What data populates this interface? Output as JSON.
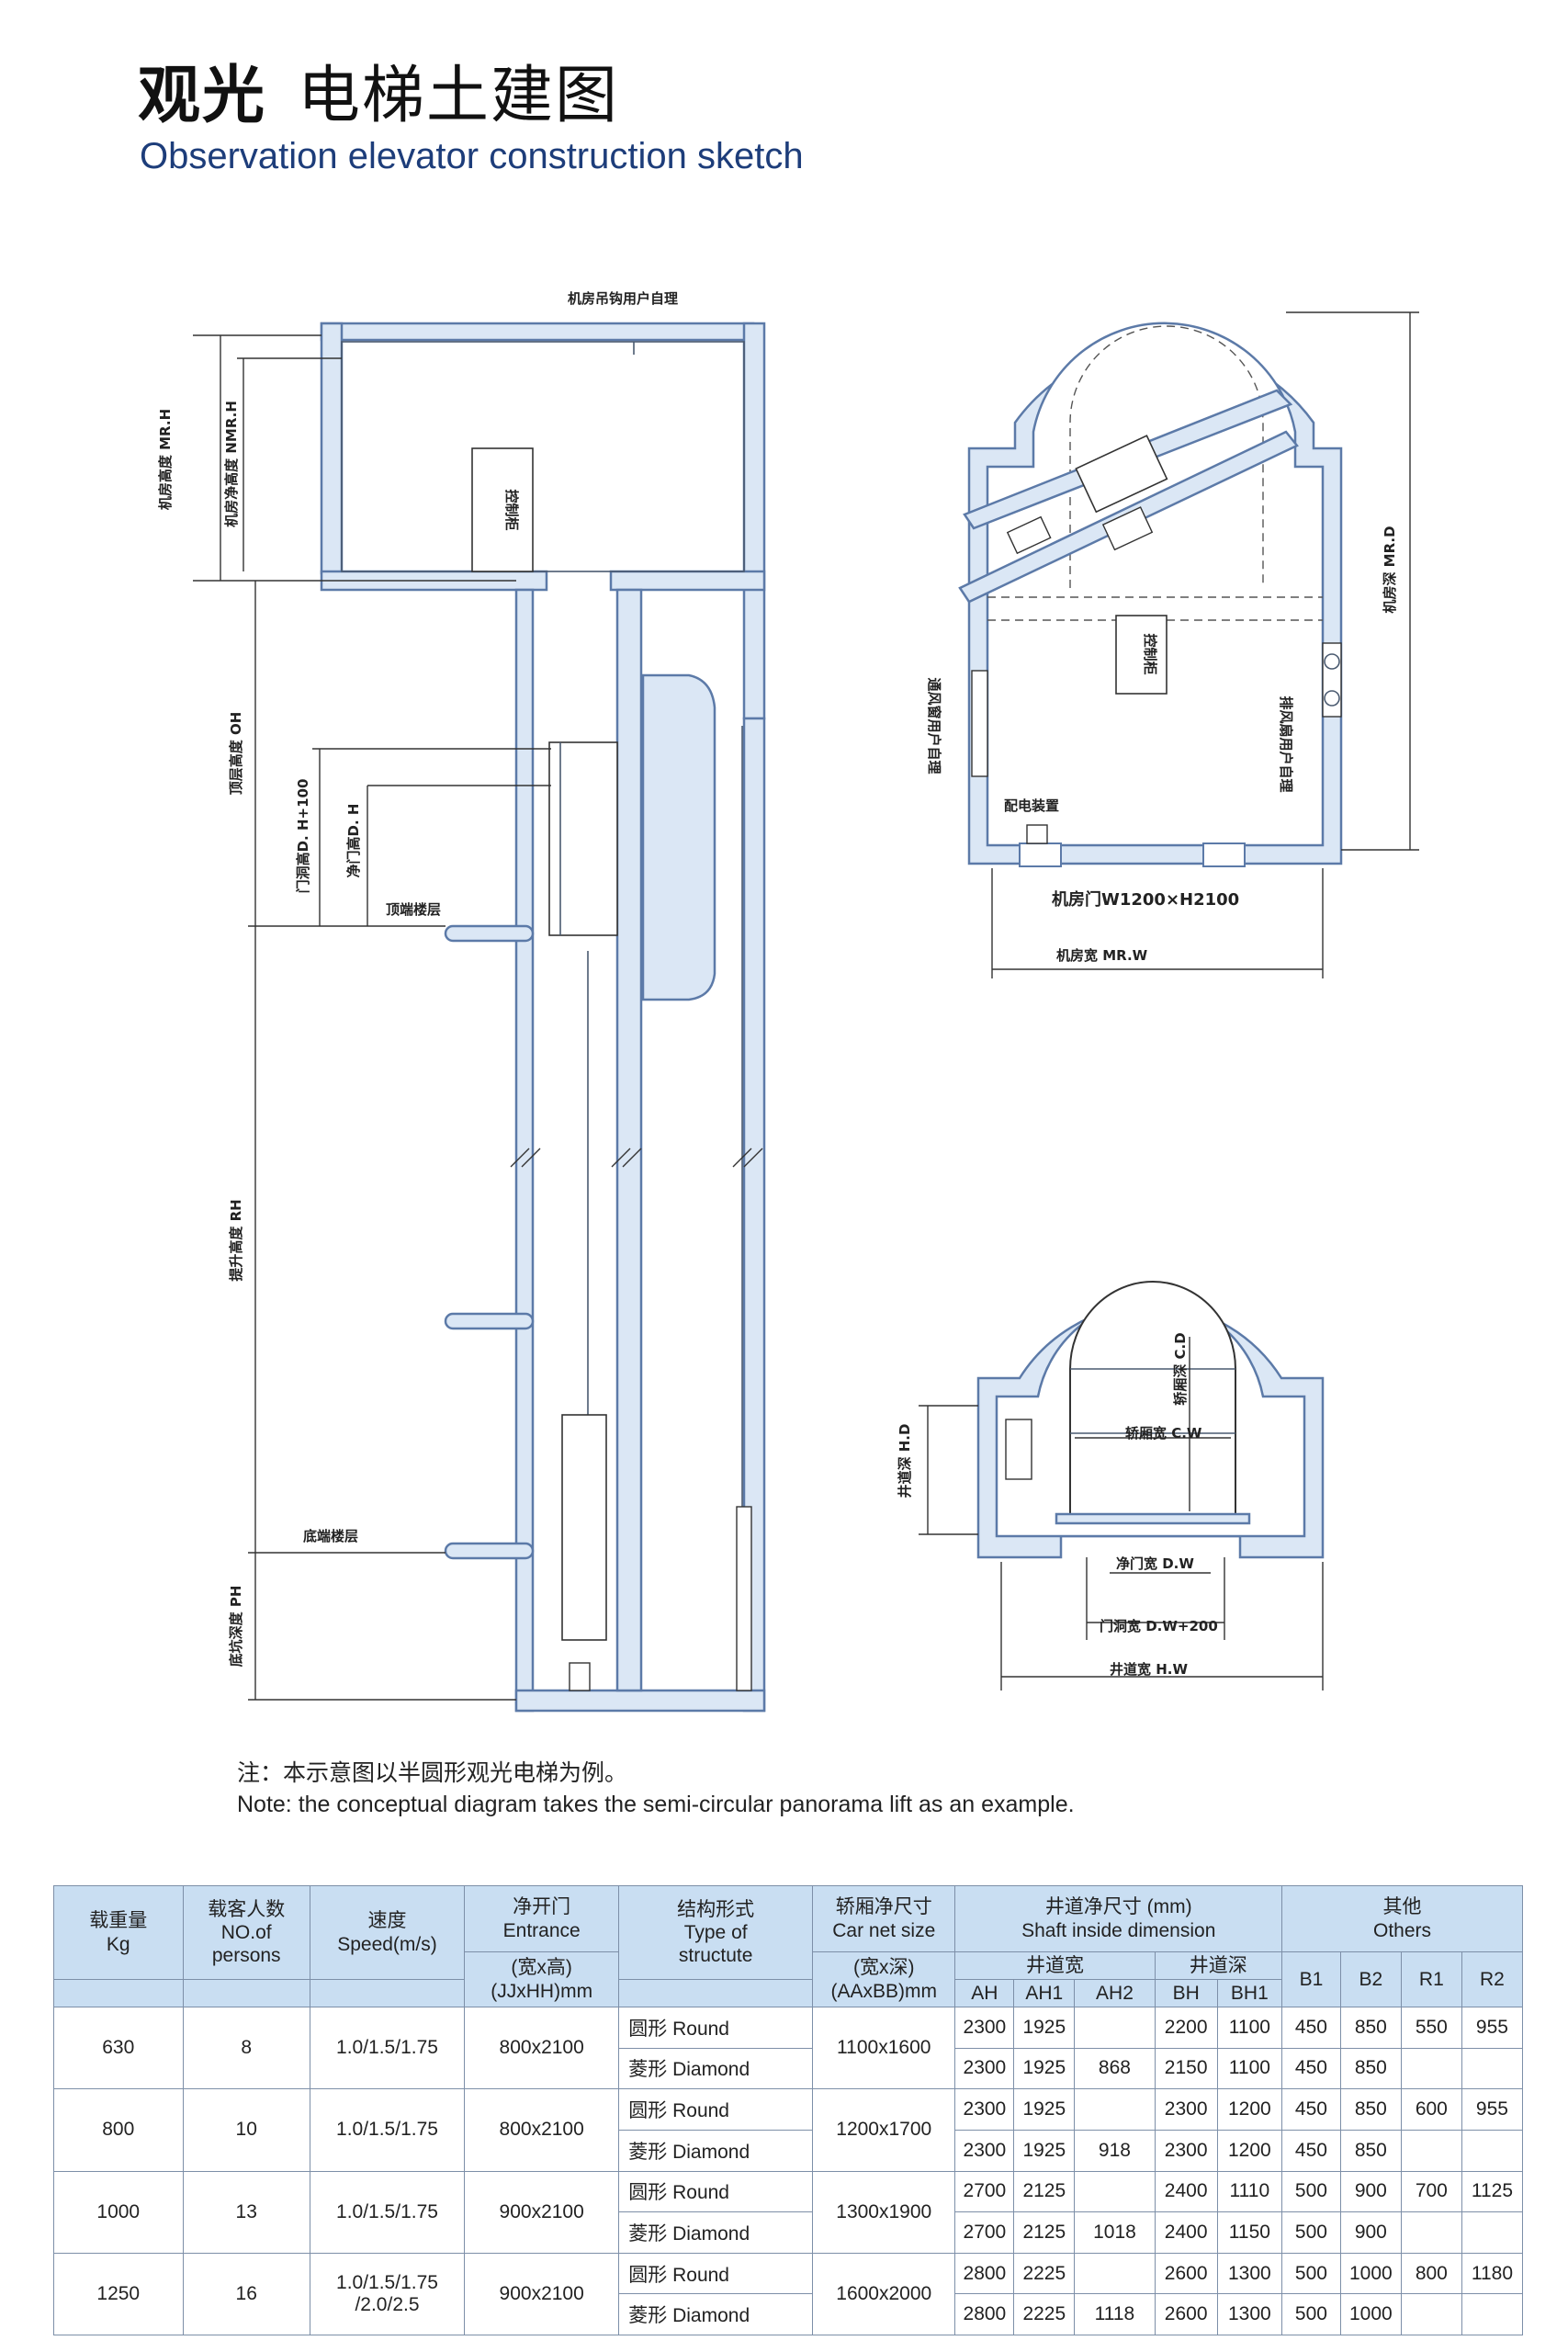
{
  "header": {
    "title_bold": "观光",
    "title_rest": "电梯土建图",
    "subtitle": "Observation elevator construction sketch"
  },
  "section_labels": {
    "mr_hook": "机房吊钩用户自理",
    "mr_height": "机房高度 MR.H",
    "mr_net_height": "机房净高度 NMR.H",
    "control_cabinet": "控制柜",
    "overhead": "顶层高度 OH",
    "door_height": "门洞高D. H+100",
    "clear_height": "净门高D. H",
    "top_floor": "顶端楼层",
    "travel": "提升高度 RH",
    "bottom_floor": "底端楼层",
    "pit": "底坑深度 PH"
  },
  "machine_room_labels": {
    "depth": "机房深 MR.D",
    "control_cabinet": "控制柜",
    "vent_left": "通风窗用户自理",
    "vent_right": "排风扇用户自理",
    "power": "配电装置",
    "door": "机房门W1200×H2100",
    "width": "机房宽 MR.W"
  },
  "shaft_plan_labels": {
    "car_depth": "轿厢深 C.D",
    "car_width": "轿厢宽 C.W",
    "shaft_depth": "井道深 H.D",
    "clear_door": "净门宽 D.W",
    "door_opening": "门洞宽 D.W+200",
    "shaft_width": "井道宽 H.W"
  },
  "notes": {
    "cn": "注：本示意图以半圆形观光电梯为例。",
    "en": "Note:  the conceptual diagram takes the semi-circular panorama lift as an example."
  },
  "table": {
    "headers": {
      "load": "载重量\nKg",
      "persons": "载客人数\nNO.of\npersons",
      "speed": "速度\nSpeed(m/s)",
      "entrance": "净开门\nEntrance",
      "entrance_unit": "(宽x高)\n(JJxHH)mm",
      "type": "结构形式\nType of\nstructute",
      "car": "轿厢净尺寸\nCar net size",
      "car_unit": "(宽x深)\n(AAxBB)mm",
      "shaft": "井道净尺寸 (mm)\nShaft inside dimension",
      "shaft_width": "井道宽",
      "shaft_depth": "井道深",
      "others": "其他\nOthers",
      "ah": "AH",
      "ah1": "AH1",
      "ah2": "AH2",
      "bh": "BH",
      "bh1": "BH1",
      "b1": "B1",
      "b2": "B2",
      "r1": "R1",
      "r2": "R2"
    },
    "groups": [
      {
        "load": "630",
        "persons": "8",
        "speed": "1.0/1.5/1.75",
        "entrance": "800x2100",
        "car": "1100x1600",
        "rows": [
          {
            "type": "圆形 Round",
            "ah": "2300",
            "ah1": "1925",
            "ah2": "",
            "bh": "2200",
            "bh1": "1100",
            "b1": "450",
            "b2": "850",
            "r1": "550",
            "r2": "955"
          },
          {
            "type": "菱形 Diamond",
            "ah": "2300",
            "ah1": "1925",
            "ah2": "868",
            "bh": "2150",
            "bh1": "1100",
            "b1": "450",
            "b2": "850",
            "r1": "",
            "r2": ""
          }
        ]
      },
      {
        "load": "800",
        "persons": "10",
        "speed": "1.0/1.5/1.75",
        "entrance": "800x2100",
        "car": "1200x1700",
        "rows": [
          {
            "type": "圆形 Round",
            "ah": "2300",
            "ah1": "1925",
            "ah2": "",
            "bh": "2300",
            "bh1": "1200",
            "b1": "450",
            "b2": "850",
            "r1": "600",
            "r2": "955"
          },
          {
            "type": "菱形 Diamond",
            "ah": "2300",
            "ah1": "1925",
            "ah2": "918",
            "bh": "2300",
            "bh1": "1200",
            "b1": "450",
            "b2": "850",
            "r1": "",
            "r2": ""
          }
        ]
      },
      {
        "load": "1000",
        "persons": "13",
        "speed": "1.0/1.5/1.75",
        "entrance": "900x2100",
        "car": "1300x1900",
        "rows": [
          {
            "type": "圆形 Round",
            "ah": "2700",
            "ah1": "2125",
            "ah2": "",
            "bh": "2400",
            "bh1": "1110",
            "b1": "500",
            "b2": "900",
            "r1": "700",
            "r2": "1125"
          },
          {
            "type": "菱形 Diamond",
            "ah": "2700",
            "ah1": "2125",
            "ah2": "1018",
            "bh": "2400",
            "bh1": "1150",
            "b1": "500",
            "b2": "900",
            "r1": "",
            "r2": ""
          }
        ]
      },
      {
        "load": "1250",
        "persons": "16",
        "speed_line1": "1.0/1.5/1.75",
        "speed_line2": "/2.0/2.5",
        "entrance": "900x2100",
        "car": "1600x2000",
        "rows": [
          {
            "type": "圆形 Round",
            "ah": "2800",
            "ah1": "2225",
            "ah2": "",
            "bh": "2600",
            "bh1": "1300",
            "b1": "500",
            "b2": "1000",
            "r1": "800",
            "r2": "1180"
          },
          {
            "type": "菱形 Diamond",
            "ah": "2800",
            "ah1": "2225",
            "ah2": "1118",
            "bh": "2600",
            "bh1": "1300",
            "b1": "500",
            "b2": "1000",
            "r1": "",
            "r2": ""
          }
        ]
      }
    ]
  },
  "colors": {
    "wall_fill": "#dbe7f5",
    "wall_stroke": "#5c7aa8",
    "table_header": "#c9def2",
    "title_blue": "#1d3d7a"
  }
}
